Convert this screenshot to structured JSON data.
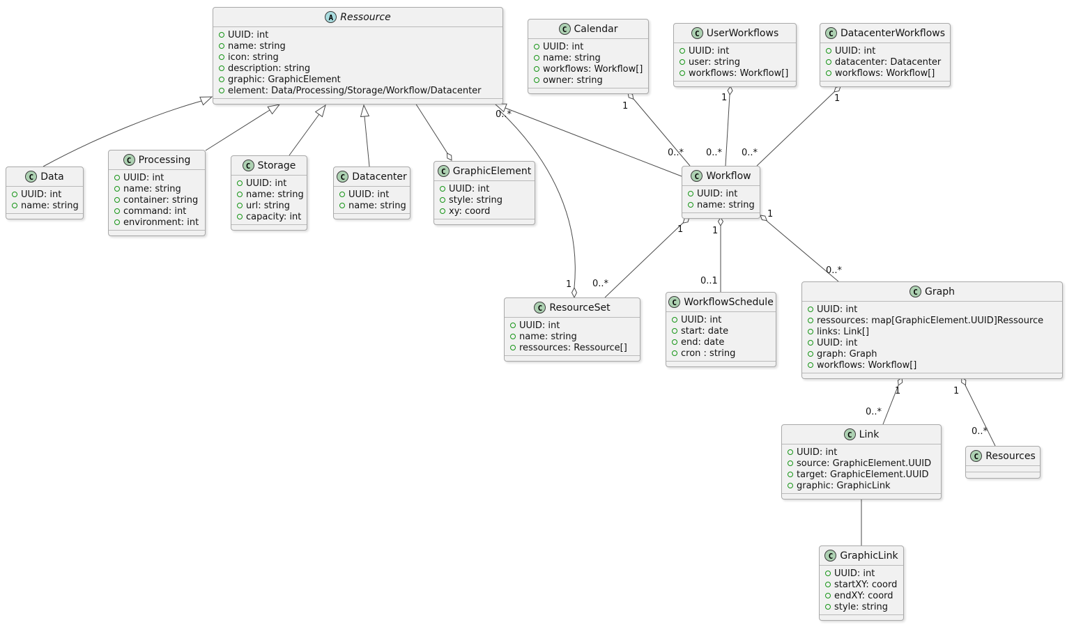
{
  "diagram_type": "uml-class-diagram",
  "colors": {
    "class_fill": "#f1f1f1",
    "class_border": "#a8a8a8",
    "class_icon_fill": "#add1b2",
    "abstract_icon_fill": "#a9dcdf",
    "field_icon_color": "#149414",
    "edge_color": "#4a4a4a"
  },
  "classes": [
    {
      "name": "Ressource",
      "icon_letter": "A",
      "abstract": true,
      "attrs": [
        "UUID: int",
        "name: string",
        "icon: string",
        "description: string",
        "graphic: GraphicElement",
        "element: Data/Processing/Storage/Workflow/Datacenter"
      ]
    },
    {
      "name": "Calendar",
      "icon_letter": "C",
      "abstract": false,
      "attrs": [
        "UUID: int",
        "name: string",
        "workflows: Workflow[]",
        "owner: string"
      ]
    },
    {
      "name": "UserWorkflows",
      "icon_letter": "C",
      "abstract": false,
      "attrs": [
        "UUID: int",
        "user: string",
        "workflows: Workflow[]"
      ]
    },
    {
      "name": "DatacenterWorkflows",
      "icon_letter": "C",
      "abstract": false,
      "attrs": [
        "UUID: int",
        "datacenter: Datacenter",
        "workflows: Workflow[]"
      ]
    },
    {
      "name": "Data",
      "icon_letter": "C",
      "abstract": false,
      "attrs": [
        "UUID: int",
        "name: string"
      ]
    },
    {
      "name": "Processing",
      "icon_letter": "C",
      "abstract": false,
      "attrs": [
        "UUID: int",
        "name: string",
        "container: string",
        "command: int",
        "environment: int"
      ]
    },
    {
      "name": "Storage",
      "icon_letter": "C",
      "abstract": false,
      "attrs": [
        "UUID: int",
        "name: string",
        "url: string",
        "capacity: int"
      ]
    },
    {
      "name": "Datacenter",
      "icon_letter": "C",
      "abstract": false,
      "attrs": [
        "UUID: int",
        "name: string"
      ]
    },
    {
      "name": "GraphicElement",
      "icon_letter": "C",
      "abstract": false,
      "attrs": [
        "UUID: int",
        "style: string",
        "xy: coord"
      ]
    },
    {
      "name": "Workflow",
      "icon_letter": "C",
      "abstract": false,
      "attrs": [
        "UUID: int",
        "name: string"
      ]
    },
    {
      "name": "ResourceSet",
      "icon_letter": "C",
      "abstract": false,
      "attrs": [
        "UUID: int",
        "name: string",
        "ressources: Ressource[]"
      ]
    },
    {
      "name": "WorkflowSchedule",
      "icon_letter": "C",
      "abstract": false,
      "attrs": [
        "UUID: int",
        "start: date",
        "end: date",
        "cron : string"
      ]
    },
    {
      "name": "Graph",
      "icon_letter": "C",
      "abstract": false,
      "attrs": [
        "UUID: int",
        "ressources: map[GraphicElement.UUID]Ressource",
        "links: Link[]",
        "UUID: int",
        "graph: Graph",
        "workflows: Workflow[]"
      ]
    },
    {
      "name": "Link",
      "icon_letter": "C",
      "abstract": false,
      "attrs": [
        "UUID: int",
        "source: GraphicElement.UUID",
        "target: GraphicElement.UUID",
        "graphic: GraphicLink"
      ]
    },
    {
      "name": "Resources",
      "icon_letter": "C",
      "abstract": false,
      "attrs": []
    },
    {
      "name": "GraphicLink",
      "icon_letter": "C",
      "abstract": false,
      "attrs": [
        "UUID: int",
        "startXY: coord",
        "endXY: coord",
        "style: string"
      ]
    }
  ],
  "edges": [
    {
      "source": "Data",
      "target": "Ressource",
      "type": "generalization"
    },
    {
      "source": "Processing",
      "target": "Ressource",
      "type": "generalization"
    },
    {
      "source": "Storage",
      "target": "Ressource",
      "type": "generalization"
    },
    {
      "source": "Datacenter",
      "target": "Ressource",
      "type": "generalization"
    },
    {
      "source": "Workflow",
      "target": "Ressource",
      "type": "generalization"
    },
    {
      "source": "Ressource",
      "target": "GraphicElement",
      "type": "aggregation",
      "diamond_at": "GraphicElement"
    },
    {
      "source": "ResourceSet",
      "target": "Ressource",
      "type": "aggregation",
      "diamond_at": "ResourceSet",
      "source_mult": "1",
      "target_mult": "0..*"
    },
    {
      "source": "Calendar",
      "target": "Workflow",
      "type": "aggregation",
      "diamond_at": "Calendar",
      "source_mult": "1",
      "target_mult": "0..*"
    },
    {
      "source": "UserWorkflows",
      "target": "Workflow",
      "type": "aggregation",
      "diamond_at": "UserWorkflows",
      "source_mult": "1",
      "target_mult": "0..*"
    },
    {
      "source": "DatacenterWorkflows",
      "target": "Workflow",
      "type": "aggregation",
      "diamond_at": "DatacenterWorkflows",
      "source_mult": "1",
      "target_mult": "0..*"
    },
    {
      "source": "Workflow",
      "target": "ResourceSet",
      "type": "aggregation",
      "diamond_at": "Workflow",
      "source_mult": "1",
      "target_mult": "0..*"
    },
    {
      "source": "Workflow",
      "target": "WorkflowSchedule",
      "type": "aggregation",
      "diamond_at": "Workflow",
      "source_mult": "1",
      "target_mult": "0..1"
    },
    {
      "source": "Workflow",
      "target": "Graph",
      "type": "aggregation",
      "diamond_at": "Workflow",
      "source_mult": "1",
      "target_mult": "0..*"
    },
    {
      "source": "Graph",
      "target": "Link",
      "type": "aggregation",
      "diamond_at": "Graph",
      "source_mult": "1",
      "target_mult": "0..*"
    },
    {
      "source": "Graph",
      "target": "Resources",
      "type": "aggregation",
      "diamond_at": "Graph",
      "source_mult": "1",
      "target_mult": "0..*"
    },
    {
      "source": "Link",
      "target": "GraphicLink",
      "type": "association"
    }
  ]
}
